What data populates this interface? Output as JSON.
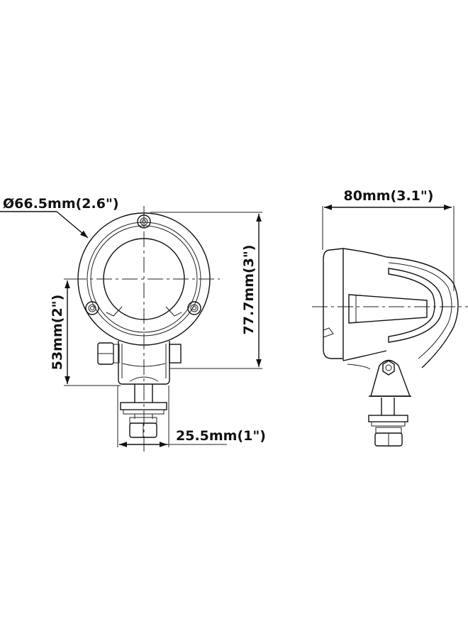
{
  "drawing": {
    "subject": "round LED work light dimension drawing",
    "line_color": "#111111",
    "background": "#ffffff"
  },
  "front_view": {
    "diameter_label": "Ø66.5mm(2.6\")",
    "height_label": "77.7mm(3\")",
    "center_height_label": "53mm(2\")",
    "bracket_width_label": "25.5mm(1\")"
  },
  "side_view": {
    "depth_label": "80mm(3.1\")"
  }
}
